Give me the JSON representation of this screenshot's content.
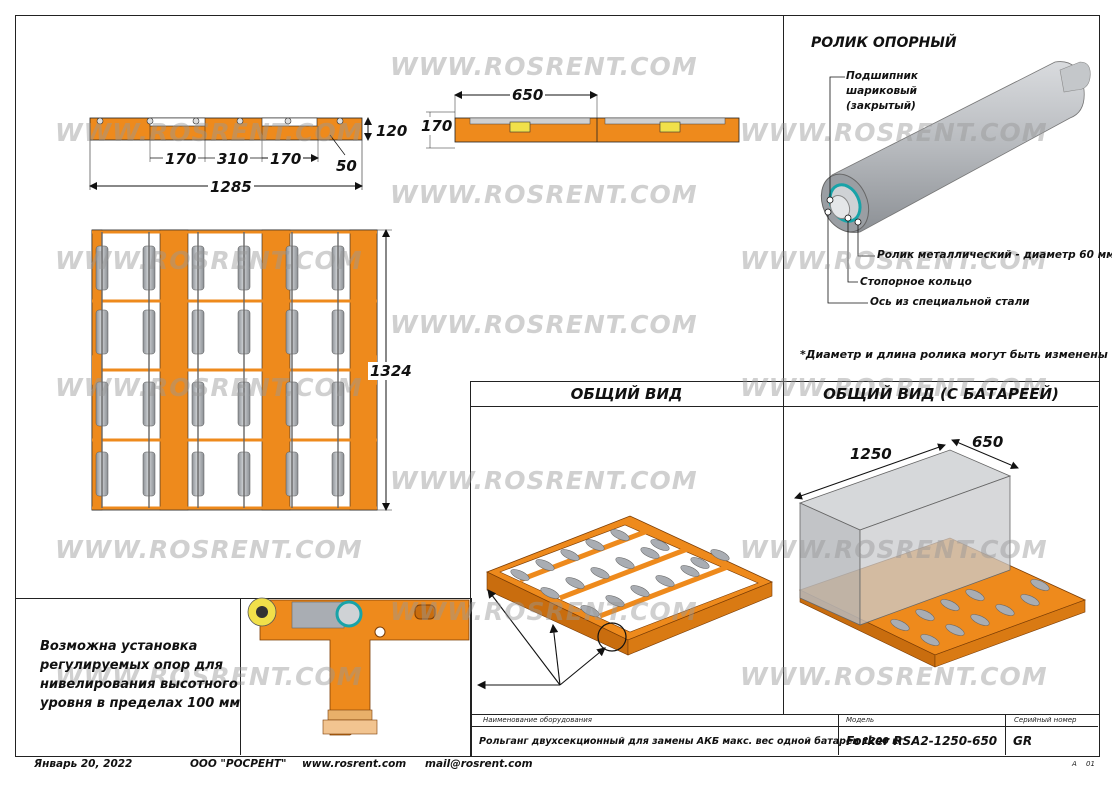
{
  "watermark": "WWW.ROSRENT.COM",
  "dimensions": {
    "d650": "650",
    "d170a": "170",
    "d120": "120",
    "d170b": "170",
    "d310": "310",
    "d170c": "170",
    "d50": "50",
    "d1285": "1285",
    "d1324": "1324",
    "iso1250": "1250",
    "iso650": "650"
  },
  "roller_section": {
    "title": "РОЛИК ОПОРНЫЙ",
    "callouts": {
      "bearing_l1": "Подшипник",
      "bearing_l2": "шариковый",
      "bearing_l3": "(закрытый)",
      "roller": "Ролик металлический - диаметр 60 мм",
      "ring": "Стопорное кольцо",
      "axle": "Ось из специальной стали"
    },
    "note": "*Диаметр и длина ролика могут быть изменены"
  },
  "views": {
    "general": "ОБЩИЙ ВИД",
    "general_battery": "ОБЩИЙ ВИД (С БАТАРЕЕЙ)"
  },
  "support_note": {
    "l1": "Возможна установка",
    "l2": "регулируемых опор для",
    "l3": "нивелирования высотного",
    "l4": "уровня в пределах 100 мм"
  },
  "title_block": {
    "name_label": "Наименование оборудования",
    "name_value": "Рольганг двухсекционный для замены АКБ макс. вес одной батареи 1200 кг",
    "model_label": "Модель",
    "model_value": "Forker RSA2-1250-650",
    "serial_label": "Серийный номер",
    "serial_value": "GR",
    "sheet_a": "A",
    "sheet_b": "01"
  },
  "footer": {
    "date": "Январь 20, 2022",
    "company": "ООО \"РОСРЕНТ\"",
    "site": "www.rosrent.com",
    "mail": "mail@rosrent.com"
  },
  "colors": {
    "frame_orange": "#ee8a1c",
    "roller_gray": "#a9adb3",
    "line": "#222222"
  }
}
